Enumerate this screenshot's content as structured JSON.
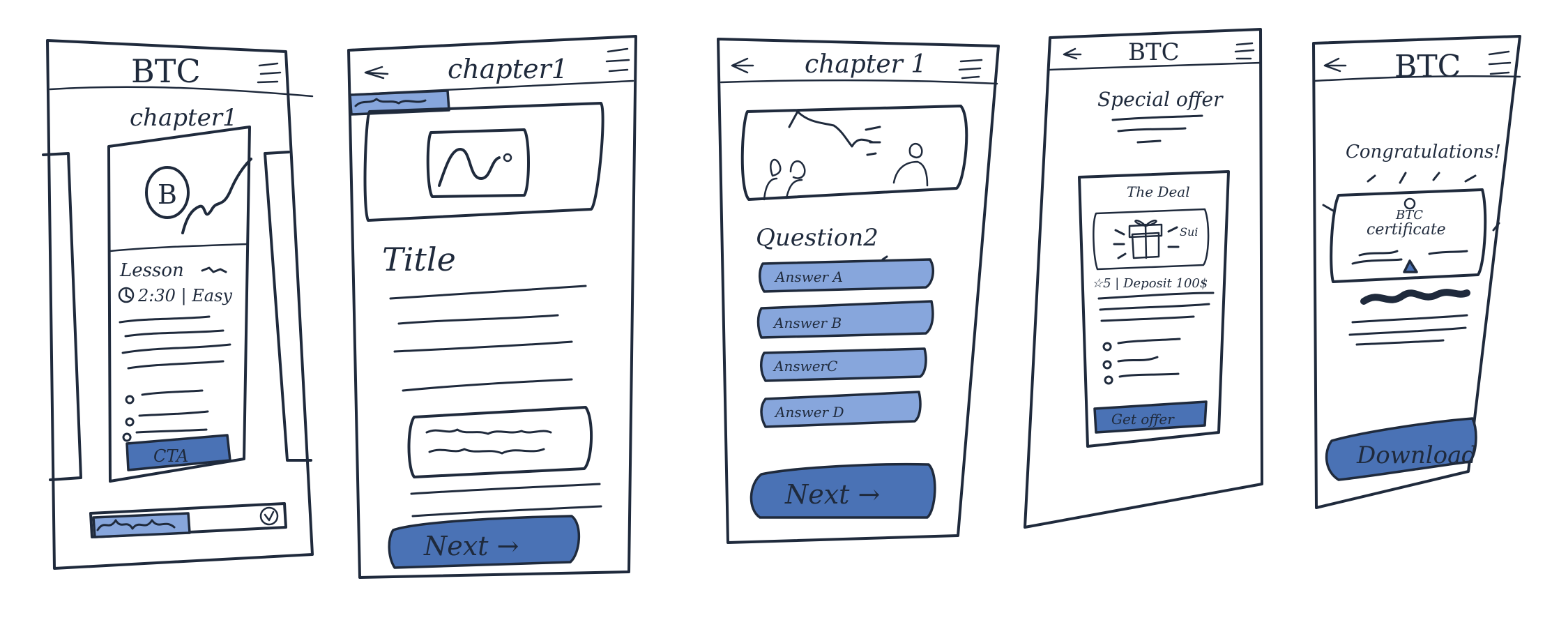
{
  "colors": {
    "ink": "#1f2a3c",
    "accent": "#4a72b5",
    "accent_light": "#87a6dc",
    "background": "#ffffff"
  },
  "screen1": {
    "header_title": "BTC",
    "chapter_title": "chapter1",
    "coin_symbol": "B",
    "lesson_label": "Lesson",
    "meta": "2:30 | Easy",
    "cta_label": "CTA"
  },
  "screen2": {
    "header_title": "chapter1",
    "content_title": "Title",
    "next_label": "Next →"
  },
  "screen3": {
    "header_title": "chapter 1",
    "question": "Question2",
    "answers": [
      "Answer A",
      "Answer B",
      "AnswerC",
      "Answer D"
    ],
    "next_label": "Next →"
  },
  "screen4": {
    "header_title": "BTC",
    "offer_title": "Special offer",
    "deal_title": "The Deal",
    "deal_image_text": "Sui",
    "deal_meta": "☆5 | Deposit 100$",
    "cta_label": "Get offer"
  },
  "screen5": {
    "header_title": "BTC",
    "message": "Congratulations!",
    "certificate_line1": "BTC",
    "certificate_line2": "certificate",
    "download_label": "Download"
  },
  "icons": [
    "back-arrow-icon",
    "hamburger-menu-icon",
    "clock-icon",
    "calendar-icon",
    "check-circle-icon",
    "star-icon",
    "gift-icon",
    "ribbon-icon",
    "bitcoin-coin-icon"
  ]
}
